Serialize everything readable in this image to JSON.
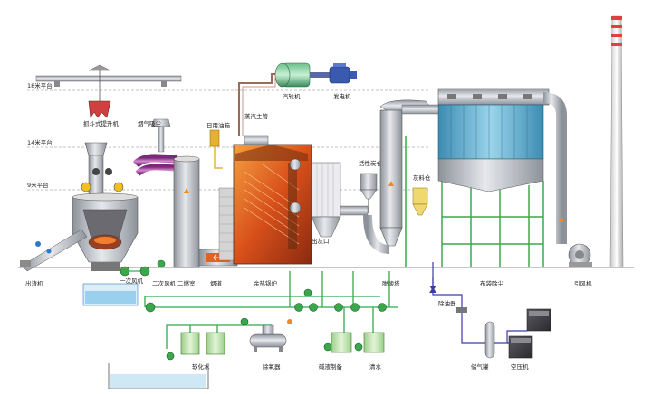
{
  "levels": {
    "l18": "18米平台",
    "l14": "14米平台",
    "l9": "9米平台"
  },
  "labels": {
    "crane": "抓斗式提升机",
    "flue_dust_hood": "烟气吸尘",
    "steam_drum": "蒸汽主管",
    "daily_oil_tank": "日用油箱",
    "turbine": "汽轮机",
    "generator": "发电机",
    "activated_carbon": "活性炭仓",
    "lime_bin": "灰料仓",
    "slag_machine": "出渣机",
    "primary_fan": "一次风机",
    "secondary_fan": "二次风机",
    "secondary_chamber": "二燃室",
    "flue": "烟道",
    "waste_heat_boiler": "余热锅炉",
    "ash_outlet": "出灰口",
    "spray_tower": "脱酸塔",
    "bag_filter": "布袋除尘",
    "induced_fan": "引风机",
    "deaerator_pump": "除油器",
    "soft_water": "软化水",
    "deaerator": "除氧器",
    "alkali_prep": "碱液制备",
    "clean_water": "清水",
    "gas_tank": "储气罐",
    "air_compressor": "空压机"
  },
  "colors": {
    "steel": "#b8bcc4",
    "pipe_green": "#2faa4a",
    "pipe_purple": "#a24a9a",
    "pipe_blue": "#3a3aa8",
    "pipe_brown": "#9a6a5a",
    "furnace_orange": "#e0641c",
    "bag_blue": "#5aa8c8",
    "frame_green": "#3aa84a",
    "arrow_orange": "#f08a1a",
    "water_blue": "#9ad0ee"
  }
}
